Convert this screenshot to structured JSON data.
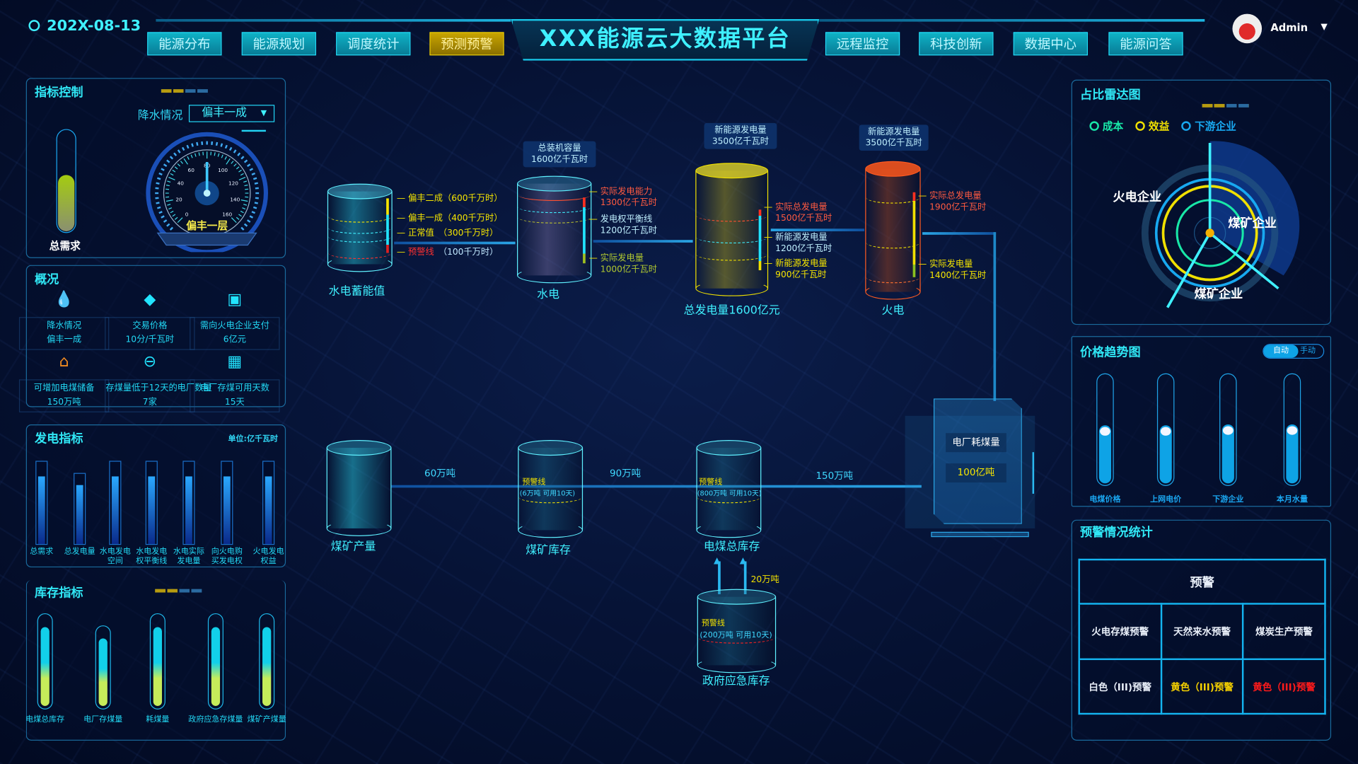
{
  "header": {
    "date": "202X-08-13",
    "title": "XXX能源云大数据平台",
    "nav_left": [
      "能源分布",
      "能源规划",
      "调度统计",
      "预测预警"
    ],
    "nav_right": [
      "远程监控",
      "科技创新",
      "数据中心",
      "能源问答"
    ],
    "active_nav": "预测预警",
    "user": "Admin"
  },
  "control": {
    "title": "指标控制",
    "rain_label": "降水情况",
    "rain_value": "偏丰一成",
    "demand_label": "总需求",
    "demand_level": 0.55,
    "gauge_text": "偏丰一层",
    "gauge_ticks": [
      "0",
      "20",
      "40",
      "60",
      "80",
      "100",
      "120",
      "140",
      "160"
    ],
    "gauge_value": 80
  },
  "overview": {
    "title": "概况",
    "items": [
      {
        "icon": "water-drop-icon",
        "label": "降水情况",
        "value": "偏丰一成"
      },
      {
        "icon": "price-tag-icon",
        "label": "交易价格",
        "value": "10分/千瓦时"
      },
      {
        "icon": "wallet-icon",
        "label": "需向火电企业支付",
        "value": "6亿元"
      },
      {
        "icon": "warehouse-icon",
        "label": "可增加电煤储备",
        "value": "150万吨"
      },
      {
        "icon": "minus-circle-icon",
        "label": "存煤量低于12天的电厂数量",
        "value": "7家"
      },
      {
        "icon": "calendar-icon",
        "label": "电厂存煤可用天数",
        "value": "15天"
      }
    ]
  },
  "generation": {
    "title": "发电指标",
    "unit": "单位:亿千瓦时",
    "bars": [
      {
        "label1": "总需求",
        "label2": "",
        "max": 1,
        "value": 0.82
      },
      {
        "label1": "总发电量",
        "label2": "",
        "max": 0.86,
        "value": 0.72
      },
      {
        "label1": "水电发电",
        "label2": "空间",
        "max": 1,
        "value": 0.82
      },
      {
        "label1": "水电发电",
        "label2": "权平衡线",
        "max": 1,
        "value": 0.82
      },
      {
        "label1": "水电实际",
        "label2": "发电量",
        "max": 1,
        "value": 0.82
      },
      {
        "label1": "向火电购",
        "label2": "买发电权",
        "max": 1,
        "value": 0.82
      },
      {
        "label1": "火电发电",
        "label2": "权益",
        "max": 1,
        "value": 0.82
      }
    ]
  },
  "stock": {
    "title": "库存指标",
    "tubes": [
      {
        "label": "电煤总库存",
        "max": 1,
        "value": 0.86
      },
      {
        "label": "电厂存煤量",
        "max": 0.87,
        "value": 0.86
      },
      {
        "label": "耗煤量",
        "max": 1,
        "value": 0.86
      },
      {
        "label": "政府应急存煤量",
        "max": 1,
        "value": 0.86
      },
      {
        "label": "煤矿产煤量",
        "max": 1,
        "value": 0.86
      }
    ]
  },
  "flow_top": {
    "hydro_storage": {
      "name": "水电蓄能值",
      "levels": [
        {
          "text": "偏丰二成（600千万时）",
          "color": "#f5e500"
        },
        {
          "text": "偏丰一成（400千万时）",
          "color": "#f5e500"
        },
        {
          "text": "正常值　（300千万时）",
          "color": "#f5e500"
        },
        {
          "label": "预警线",
          "text": "　（100千万时）",
          "color": "#ff3030"
        }
      ]
    },
    "hydro": {
      "name": "水电",
      "callout1": "总装机容量",
      "callout2": "1600亿千瓦时",
      "notes": [
        [
          "实际发电能力",
          "1300亿千瓦时"
        ],
        [
          "发电权平衡线",
          "1200亿千瓦时"
        ],
        [
          "实际发电量",
          "1000亿千瓦时"
        ]
      ]
    },
    "total": {
      "name": "总发电量1600亿元",
      "callout1": "新能源发电量",
      "callout2": "3500亿千瓦时",
      "notes": [
        [
          "实际总发电量",
          "1500亿千瓦时"
        ],
        [
          "新能源发电量",
          "1200亿千瓦时"
        ],
        [
          "新能源发电量",
          "900亿千瓦时"
        ]
      ]
    },
    "thermal": {
      "name": "火电",
      "callout1": "新能源发电量",
      "callout2": "3500亿千瓦时",
      "notes": [
        [
          "实际总发电量",
          "1900亿千瓦时"
        ],
        [
          "实际发电量",
          "1400亿千瓦时"
        ]
      ]
    }
  },
  "flow_bottom": {
    "mine_output": "煤矿产量",
    "mine_stock": {
      "name": "煤矿库存",
      "warn": "预警线",
      "detail": "(6万吨 可用10天)"
    },
    "coal_stock": {
      "name": "电煤总库存",
      "warn": "预警线",
      "detail": "(800万吨 可用10天)"
    },
    "gov_stock": {
      "name": "政府应急库存",
      "warn": "预警线",
      "detail": "(200万吨 可用10天)"
    },
    "flows": [
      "60万吨",
      "90万吨",
      "150万吨",
      "20万吨"
    ],
    "plant": {
      "label": "电厂耗煤量",
      "value": "100亿吨"
    }
  },
  "radar": {
    "title": "占比雷达图",
    "legend": [
      {
        "label": "成本",
        "color": "#18e8a8"
      },
      {
        "label": "效益",
        "color": "#f0e000"
      },
      {
        "label": "下游企业",
        "color": "#18a8f0"
      }
    ],
    "axes": [
      "火电企业",
      "煤矿企业",
      "煤矿企业"
    ]
  },
  "price": {
    "title": "价格趋势图",
    "toggle": [
      "自动",
      "手动"
    ],
    "active_toggle": "自动",
    "sliders": [
      {
        "label": "电煤价格",
        "value": 0.52
      },
      {
        "label": "上网电价",
        "value": 0.52
      },
      {
        "label": "下游企业",
        "value": 0.53
      },
      {
        "label": "本月水量",
        "value": 0.53
      }
    ]
  },
  "warning": {
    "title": "预警情况统计",
    "header": "预警",
    "columns": [
      "火电存煤预警",
      "天然来水预警",
      "煤炭生产预警"
    ],
    "levels": [
      {
        "text": "白色（III)预警",
        "color": "#e8eef8"
      },
      {
        "text": "黄色（III)预警",
        "color": "#f5d000"
      },
      {
        "text": "黄色（III)预警",
        "color": "#ff1a1a"
      }
    ]
  }
}
